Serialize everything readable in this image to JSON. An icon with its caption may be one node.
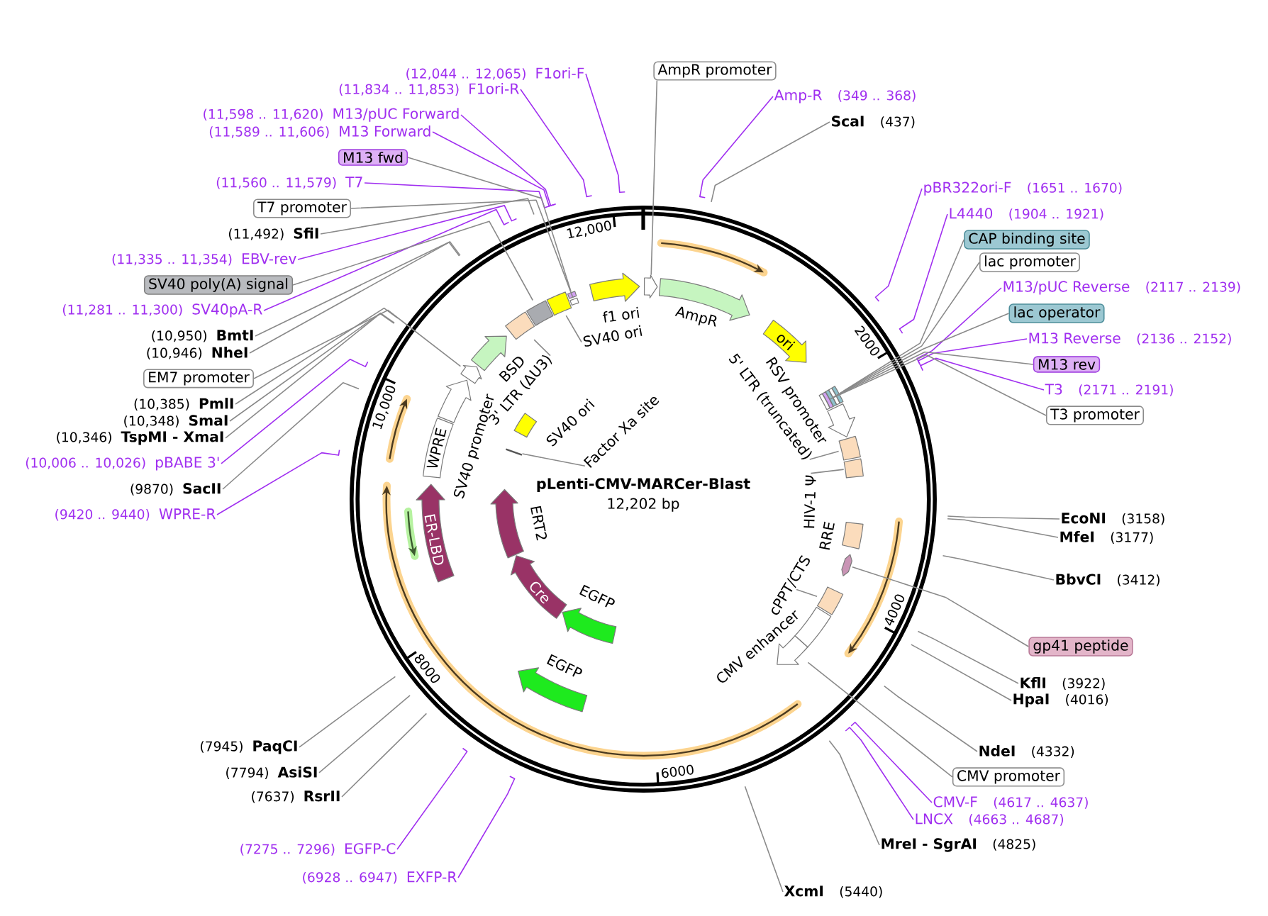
{
  "diagram": {
    "title": "pLenti-CMV-MARCer-Blast",
    "nodes": [
      {
        "text": [
          "AmpR promoter"
        ]
      },
      {
        "text": [
          "Amp-R",
          "(349 .. 368)"
        ]
      },
      {
        "text": [
          "ScaI",
          "(437)"
        ]
      },
      {
        "text": [
          "pBR322ori-F",
          "(1651 .. 1670)"
        ]
      },
      {
        "text": [
          "L4440",
          "(1904 .. 1921)"
        ]
      },
      {
        "text": [
          "CAP binding site"
        ]
      },
      {
        "text": [
          "lac promoter"
        ]
      },
      {
        "text": [
          "M13/pUC Reverse",
          "(2117 .. 2139)"
        ]
      },
      {
        "text": [
          "lac operator"
        ]
      },
      {
        "text": [
          "M13 Reverse",
          "(2136 .. 2152)"
        ]
      },
      {
        "text": [
          "M13 rev"
        ]
      },
      {
        "text": [
          "T3",
          "(2171 .. 2191)"
        ]
      },
      {
        "text": [
          "T3 promoter"
        ]
      },
      {
        "text": [
          "EcoNI",
          "(3158)"
        ]
      },
      {
        "text": [
          "MfeI",
          "(3177)"
        ]
      },
      {
        "text": [
          "BbvCI",
          "(3412)"
        ]
      },
      {
        "text": [
          "gp41 peptide"
        ]
      },
      {
        "text": [
          "KflI",
          "(3922)"
        ]
      },
      {
        "text": [
          "HpaI",
          "(4016)"
        ]
      },
      {
        "text": [
          "NdeI",
          "(4332)"
        ]
      },
      {
        "text": [
          "CMV promoter"
        ]
      },
      {
        "text": [
          "CMV-F",
          "(4617 .. 4637)"
        ]
      },
      {
        "text": [
          "LNCX",
          "(4663 .. 4687)"
        ]
      },
      {
        "text": [
          "MreI - SgrAI",
          "(4825)"
        ]
      },
      {
        "text": [
          "XcmI",
          "(5440)"
        ]
      },
      {
        "text": [
          "(6928 .. 6947)",
          "EXFP-R"
        ]
      },
      {
        "text": [
          "(7275 .. 7296)",
          "EGFP-C"
        ]
      },
      {
        "text": [
          "(7637)",
          "RsrII"
        ]
      },
      {
        "text": [
          "(7794)",
          "AsiSI"
        ]
      },
      {
        "text": [
          "(7945)",
          "PaqCI"
        ]
      },
      {
        "text": [
          "(9420 .. 9440)",
          "WPRE-R"
        ]
      },
      {
        "text": [
          "(9870)",
          "SacII"
        ]
      },
      {
        "text": [
          "(10,006 .. 10,026)",
          "pBABE 3'"
        ]
      },
      {
        "text": [
          "(10,346)",
          "TspMI - XmaI"
        ]
      },
      {
        "text": [
          "(10,348)",
          "SmaI"
        ]
      },
      {
        "text": [
          "(10,385)",
          "PmlI"
        ]
      },
      {
        "text": [
          "EM7 promoter"
        ]
      },
      {
        "text": [
          "(10,946)",
          "NheI"
        ]
      },
      {
        "text": [
          "(10,950)",
          "BmtI"
        ]
      },
      {
        "text": [
          "(11,281 .. 11,300)",
          "SV40pA-R"
        ]
      },
      {
        "text": [
          "SV40 poly(A) signal"
        ]
      },
      {
        "text": [
          "(11,335 .. 11,354)",
          "EBV-rev"
        ]
      },
      {
        "text": [
          "(11,492)",
          "SfiI"
        ]
      },
      {
        "text": [
          "T7 promoter"
        ]
      },
      {
        "text": [
          "(11,560 .. 11,579)",
          "T7"
        ]
      },
      {
        "text": [
          "M13 fwd"
        ]
      },
      {
        "text": [
          "(11,589 .. 11,606)",
          "M13 Forward"
        ]
      },
      {
        "text": [
          "(11,598 .. 11,620)",
          "M13/pUC Forward"
        ]
      },
      {
        "text": [
          "(11,834 .. 11,853)",
          "F1ori-R"
        ]
      },
      {
        "text": [
          "(12,044 .. 12,065)",
          "F1ori-F"
        ]
      },
      {
        "text": [],
        "shape": "arrow"
      },
      {
        "text": [
          "AmpR"
        ]
      },
      {
        "text": [
          "ori"
        ]
      },
      {
        "text": [],
        "shape": "bar"
      },
      {
        "text": [],
        "shape": "bar"
      },
      {
        "text": [],
        "shape": "bar"
      },
      {
        "text": [],
        "shape": "bar"
      },
      {
        "text": [],
        "shape": "bar"
      },
      {
        "text": [
          "RSV promoter"
        ]
      },
      {
        "text": [
          "5' LTR (truncated)"
        ]
      },
      {
        "text": [],
        "shape": "box"
      },
      {
        "text": [
          "HIV-1 Ψ"
        ]
      },
      {
        "text": [],
        "shape": "box"
      },
      {
        "text": [
          "RRE"
        ]
      },
      {
        "text": [],
        "shape": "ellipse"
      },
      {
        "text": [
          "cPPT/CTS"
        ]
      },
      {
        "text": [],
        "shape": "box"
      },
      {
        "text": [
          "CMV enhancer"
        ]
      },
      {
        "text": [],
        "shape": "arrow"
      },
      {
        "text": [
          "EGFP"
        ]
      },
      {
        "text": [
          "EGFP"
        ]
      },
      {
        "text": [
          "Cre"
        ]
      },
      {
        "text": [
          "ER-LBD"
        ]
      },
      {
        "text": [
          "ERT2"
        ]
      },
      {
        "text": [
          "WPRE"
        ]
      },
      {
        "text": [
          "Factor Xa site"
        ]
      },
      {
        "text": [],
        "shape": "line"
      },
      {
        "text": [
          "SV40 promoter"
        ]
      },
      {
        "text": [
          "SV40 ori"
        ]
      },
      {
        "text": [],
        "shape": "arrow"
      },
      {
        "text": [
          "BSD"
        ]
      },
      {
        "text": [
          "3' LTR (ΔU3)"
        ]
      },
      {
        "text": [],
        "shape": "box"
      },
      {
        "text": [],
        "shape": "box"
      },
      {
        "text": [
          "SV40 ori"
        ]
      },
      {
        "text": [],
        "shape": "box"
      },
      {
        "text": [],
        "shape": "bar"
      },
      {
        "text": [],
        "shape": "bar"
      },
      {
        "text": [
          "f1 ori"
        ]
      }
    ],
    "edges": [
      {
        "from": 0,
        "to": 50,
        "arrow": "none"
      },
      {
        "from": 1,
        "to": null,
        "arrow": "none",
        "color": "#a02ff0"
      },
      {
        "from": 2,
        "to": null,
        "arrow": "none"
      },
      {
        "from": 3,
        "to": null,
        "arrow": "none",
        "color": "#a02ff0"
      },
      {
        "from": 4,
        "to": null,
        "arrow": "none",
        "color": "#a02ff0"
      },
      {
        "from": 5,
        "to": 53,
        "arrow": "none"
      },
      {
        "from": 6,
        "to": 54,
        "arrow": "none"
      },
      {
        "from": 7,
        "to": null,
        "arrow": "none",
        "color": "#a02ff0"
      },
      {
        "from": 8,
        "to": 55,
        "arrow": "none"
      },
      {
        "from": 9,
        "to": null,
        "arrow": "none",
        "color": "#a02ff0"
      },
      {
        "from": 10,
        "to": 56,
        "arrow": "none"
      },
      {
        "from": 11,
        "to": null,
        "arrow": "none",
        "color": "#a02ff0"
      },
      {
        "from": 12,
        "to": 57,
        "arrow": "none"
      },
      {
        "from": 13,
        "to": null,
        "arrow": "none"
      },
      {
        "from": 14,
        "to": null,
        "arrow": "none"
      },
      {
        "from": 15,
        "to": null,
        "arrow": "none"
      },
      {
        "from": 16,
        "to": 64,
        "arrow": "none"
      },
      {
        "from": 17,
        "to": null,
        "arrow": "none"
      },
      {
        "from": 18,
        "to": null,
        "arrow": "none"
      },
      {
        "from": 19,
        "to": null,
        "arrow": "none"
      },
      {
        "from": 20,
        "to": 68,
        "arrow": "none"
      },
      {
        "from": 21,
        "to": null,
        "arrow": "none",
        "color": "#a02ff0"
      },
      {
        "from": 22,
        "to": null,
        "arrow": "none",
        "color": "#a02ff0"
      },
      {
        "from": 23,
        "to": null,
        "arrow": "none"
      },
      {
        "from": 24,
        "to": null,
        "arrow": "none"
      },
      {
        "from": 25,
        "to": null,
        "arrow": "none",
        "color": "#a02ff0"
      },
      {
        "from": 26,
        "to": null,
        "arrow": "none",
        "color": "#a02ff0"
      },
      {
        "from": 27,
        "to": null,
        "arrow": "none"
      },
      {
        "from": 28,
        "to": null,
        "arrow": "none"
      },
      {
        "from": 29,
        "to": null,
        "arrow": "none"
      },
      {
        "from": 30,
        "to": null,
        "arrow": "none",
        "color": "#a02ff0"
      },
      {
        "from": 31,
        "to": null,
        "arrow": "none"
      },
      {
        "from": 32,
        "to": null,
        "arrow": "none",
        "color": "#a02ff0"
      },
      {
        "from": 33,
        "to": null,
        "arrow": "none"
      },
      {
        "from": 34,
        "to": null,
        "arrow": "none"
      },
      {
        "from": 35,
        "to": null,
        "arrow": "none"
      },
      {
        "from": 36,
        "to": 79,
        "arrow": "none"
      },
      {
        "from": 37,
        "to": null,
        "arrow": "none"
      },
      {
        "from": 38,
        "to": null,
        "arrow": "none"
      },
      {
        "from": 39,
        "to": null,
        "arrow": "none",
        "color": "#a02ff0"
      },
      {
        "from": 40,
        "to": 83,
        "arrow": "none"
      },
      {
        "from": 41,
        "to": null,
        "arrow": "none",
        "color": "#a02ff0"
      },
      {
        "from": 42,
        "to": null,
        "arrow": "none"
      },
      {
        "from": 43,
        "to": 87,
        "arrow": "none"
      },
      {
        "from": 44,
        "to": null,
        "arrow": "none",
        "color": "#a02ff0"
      },
      {
        "from": 45,
        "to": 86,
        "arrow": "none"
      },
      {
        "from": 46,
        "to": null,
        "arrow": "none",
        "color": "#a02ff0"
      },
      {
        "from": 47,
        "to": null,
        "arrow": "none",
        "color": "#a02ff0"
      },
      {
        "from": 48,
        "to": null,
        "arrow": "none",
        "color": "#a02ff0"
      },
      {
        "from": 49,
        "to": null,
        "arrow": "none",
        "color": "#a02ff0"
      },
      {
        "from": 59,
        "to": 60,
        "arrow": "none"
      },
      {
        "from": 61,
        "to": 62,
        "arrow": "none"
      },
      {
        "from": 65,
        "to": 66,
        "arrow": "none"
      },
      {
        "from": 75,
        "to": 76,
        "arrow": "none"
      },
      {
        "from": 81,
        "to": 82,
        "arrow": "none"
      },
      {
        "from": 84,
        "to": 85,
        "arrow": "none"
      }
    ],
    "labels": [
      "12,000",
      "2000",
      "10,000",
      "12,202 bp",
      "4000",
      "8000",
      "6000"
    ]
  }
}
